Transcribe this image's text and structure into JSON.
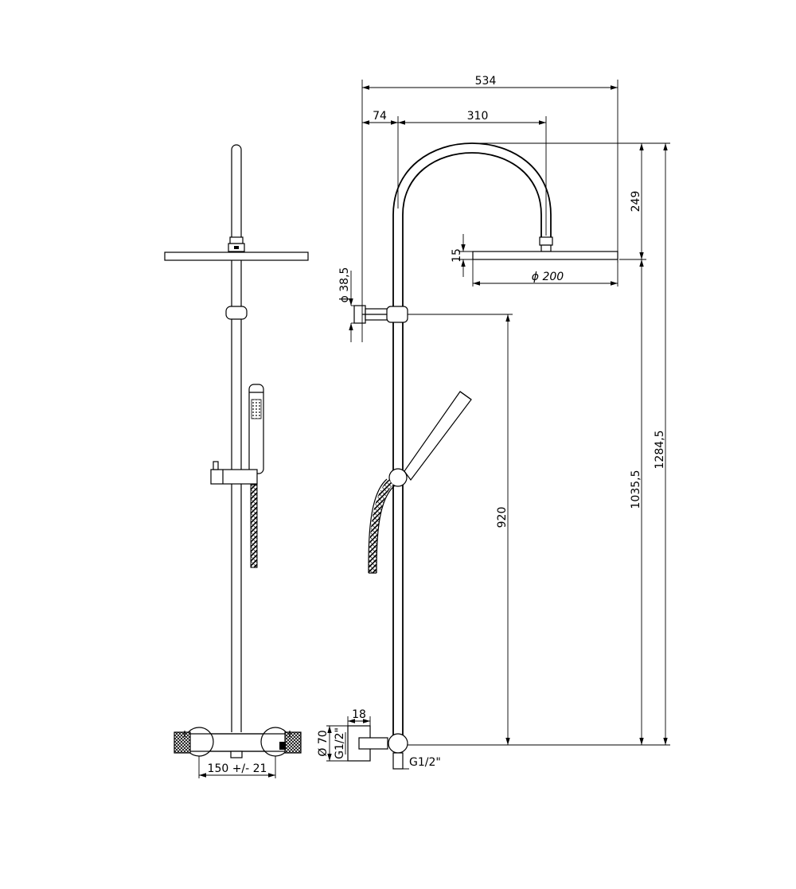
{
  "drawing": {
    "title": "",
    "colors": {
      "line": "#000000",
      "background": "#ffffff"
    }
  },
  "dimensions": {
    "total_width": "534",
    "offset_wall": "74",
    "arm_reach": "310",
    "arm_height": "249",
    "head_thickness": "15",
    "head_diameter": "ϕ 200",
    "bracket_diameter": "ϕ 38,5",
    "slide_height": "920",
    "outlet_height": "1035,5",
    "total_height": "1284,5",
    "connection_depth": "18",
    "connection_diameter": "Ø 70",
    "inlet_thread_left": "G1/2\"",
    "inlet_thread_bottom": "G1/2\"",
    "centers_distance": "150 +/- 21"
  }
}
